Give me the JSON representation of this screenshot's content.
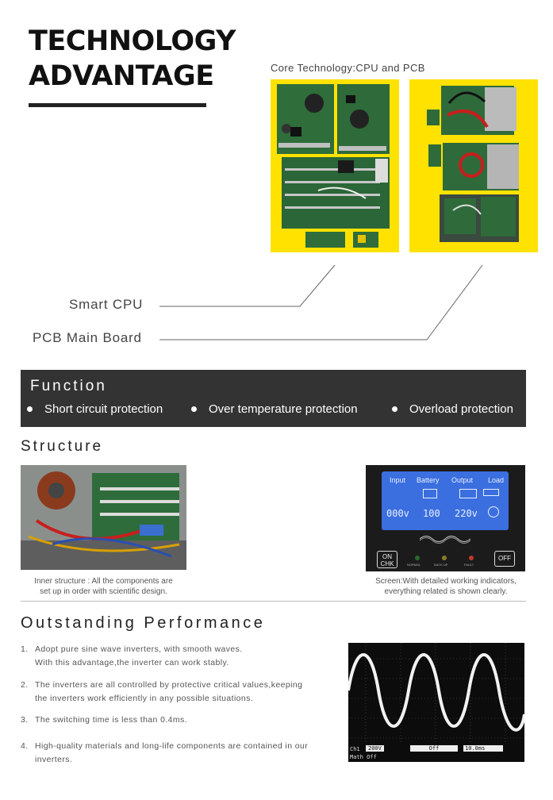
{
  "header": {
    "title_line1": "TECHNOLOGY",
    "title_line2": "ADVANTAGE",
    "core_caption": "Core Technology:CPU and PCB"
  },
  "callouts": {
    "smart_cpu": "Smart CPU",
    "pcb_main_board": "PCB Main Board"
  },
  "function": {
    "title": "Function",
    "items": [
      "Short circuit protection",
      "Over temperature protection",
      "Overload protection"
    ]
  },
  "structure": {
    "title": "Structure",
    "inner_caption_line1": "Inner structure : All the components  are",
    "inner_caption_line2": "set up in order with scientific design.",
    "screen_caption_line1": "Screen:With detailed working indicators,",
    "screen_caption_line2": "everything related is shown clearly.",
    "lcd": {
      "headers": [
        "Input",
        "Battery",
        "Output",
        "Load"
      ],
      "readings": [
        "000v",
        "100",
        "220v"
      ],
      "left_button": [
        "ON",
        "CHK"
      ],
      "right_button": "OFF",
      "indicators": [
        "NORMAL",
        "BACK UP",
        "FAULT"
      ]
    }
  },
  "performance": {
    "title": "Outstanding  Performance",
    "items": [
      {
        "num": "1.",
        "line1": "Adopt pure sine wave inverters, with smooth waves.",
        "line2": "With this advantage,the inverter can work stably."
      },
      {
        "num": "2.",
        "line1": "The inverters are all controlled by protective critical values,keeping",
        "line2": "the inverters work efficiently in any possible situations."
      },
      {
        "num": "3.",
        "line1": "The switching time is less than 0.4ms.",
        "line2": ""
      },
      {
        "num": "4.",
        "line1": "High-quality materials and long-life components are contained in our",
        "line2": "inverters."
      }
    ],
    "scope": {
      "ch_label": "Ch1",
      "volts": "200V",
      "coupling": "Off",
      "time": "10.0ms",
      "math": "Math Off"
    }
  },
  "colors": {
    "yellow_bg": "#ffe200",
    "pcb_green": "#2e6b3a",
    "function_bar": "#333333",
    "lcd_blue": "#3b6fe0"
  }
}
